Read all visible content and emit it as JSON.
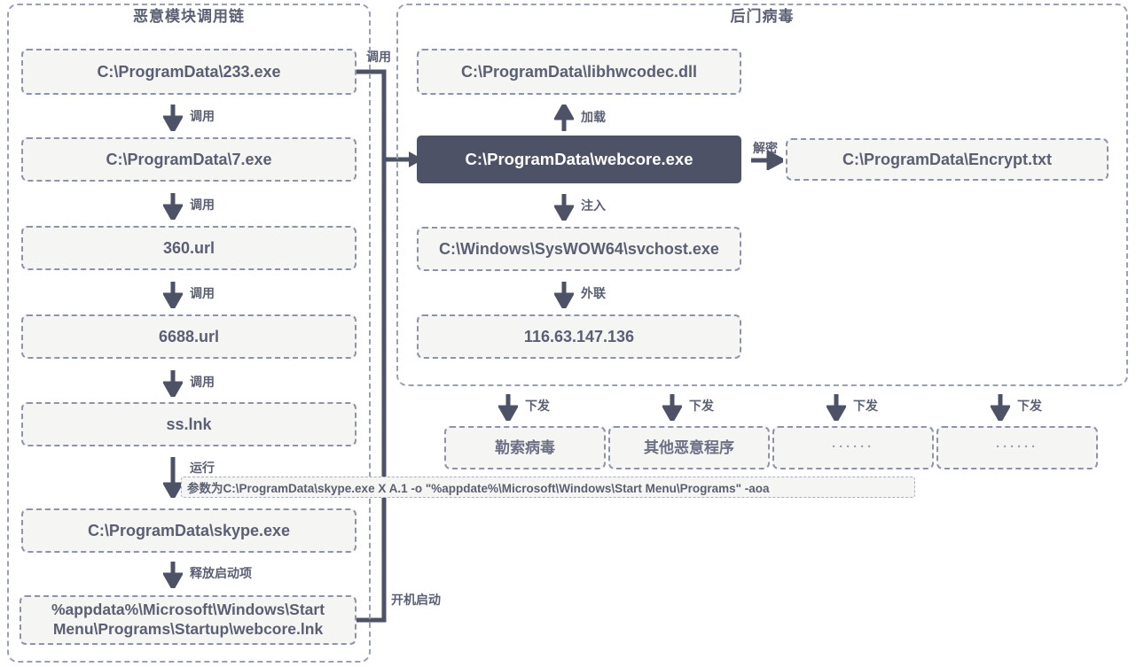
{
  "colors": {
    "accent_dark": "#4e5266",
    "border_dashed": "#8d93a8",
    "panel_border": "#9aa0b4",
    "box_fill": "#f5f5f3",
    "text": "#5a5f73",
    "muted": "#9aa0b4",
    "background": "#ffffff"
  },
  "panels": {
    "left": {
      "title": "恶意模块调用链"
    },
    "right": {
      "title": "后门病毒"
    }
  },
  "left_chain": {
    "nodes": [
      {
        "label": "C:\\ProgramData\\233.exe"
      },
      {
        "label": "C:\\ProgramData\\7.exe"
      },
      {
        "label": "360.url"
      },
      {
        "label": "6688.url"
      },
      {
        "label": "ss.lnk"
      },
      {
        "label": "C:\\ProgramData\\skype.exe"
      },
      {
        "label": "%appdata%\\Microsoft\\Windows\\Start Menu\\Programs\\Startup\\webcore.lnk"
      }
    ],
    "arrows": [
      {
        "label": "调用"
      },
      {
        "label": "调用"
      },
      {
        "label": "调用"
      },
      {
        "label": "调用"
      },
      {
        "label": "运行"
      },
      {
        "label": "释放启动项"
      }
    ],
    "param_note": "参数为C:\\ProgramData\\skype.exe  X A.1 -o \"%appdate%\\Microsoft\\Windows\\Start Menu\\Programs\" -aoa"
  },
  "right_chain": {
    "nodes": [
      {
        "label": "C:\\ProgramData\\libhwcodec.dll"
      },
      {
        "label": "C:\\ProgramData\\webcore.exe"
      },
      {
        "label": "C:\\Windows\\SysWOW64\\svchost.exe"
      },
      {
        "label": "116.63.147.136"
      }
    ],
    "side_node": {
      "label": "C:\\ProgramData\\Encrypt.txt"
    },
    "arrows": [
      {
        "label": "加载"
      },
      {
        "label": "注入"
      },
      {
        "label": "外联"
      },
      {
        "label": "解密"
      }
    ]
  },
  "payloads": {
    "arrow_label": "下发",
    "items": [
      {
        "label": "勒索病毒"
      },
      {
        "label": "其他恶意程序"
      },
      {
        "label": "······"
      },
      {
        "label": "······"
      }
    ]
  },
  "cross_links": [
    {
      "label": "调用"
    },
    {
      "label": "开机启动"
    }
  ]
}
